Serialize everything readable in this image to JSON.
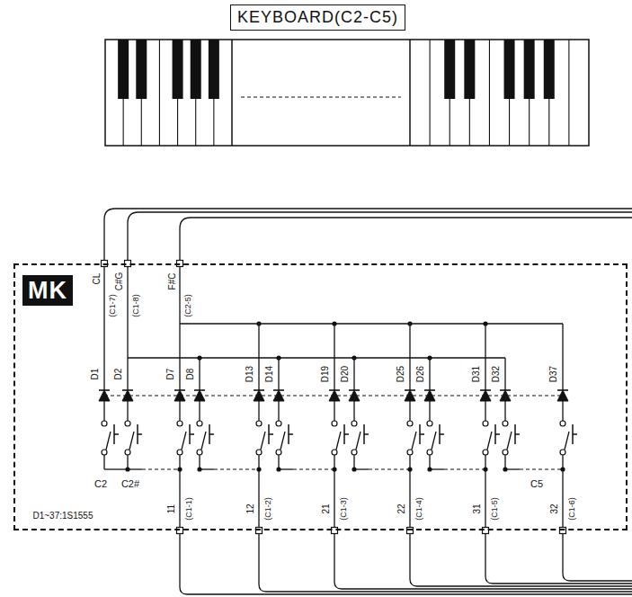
{
  "diagram": {
    "nodes": [
      {
        "text": [
          "KEYBOARD(C2-C5)"
        ]
      },
      {
        "text": [
          "MK"
        ]
      }
    ],
    "labels": [
      "CL",
      "(C1-7)",
      "C#G",
      "(C1-8)",
      "F#C",
      "(C2-5)",
      "D1",
      "D2",
      "D7",
      "D8",
      "D13",
      "D14",
      "D19",
      "D20",
      "D25",
      "D26",
      "D31",
      "D32",
      "D37",
      "C2",
      "C2#",
      "C5",
      "D1~37:1S1555",
      "11",
      "(C1-1)",
      "12",
      "(C1-2)",
      "21",
      "(C1-3)",
      "22",
      "(C1-4)",
      "31",
      "(C1-5)",
      "32",
      "(C1-6)"
    ]
  }
}
